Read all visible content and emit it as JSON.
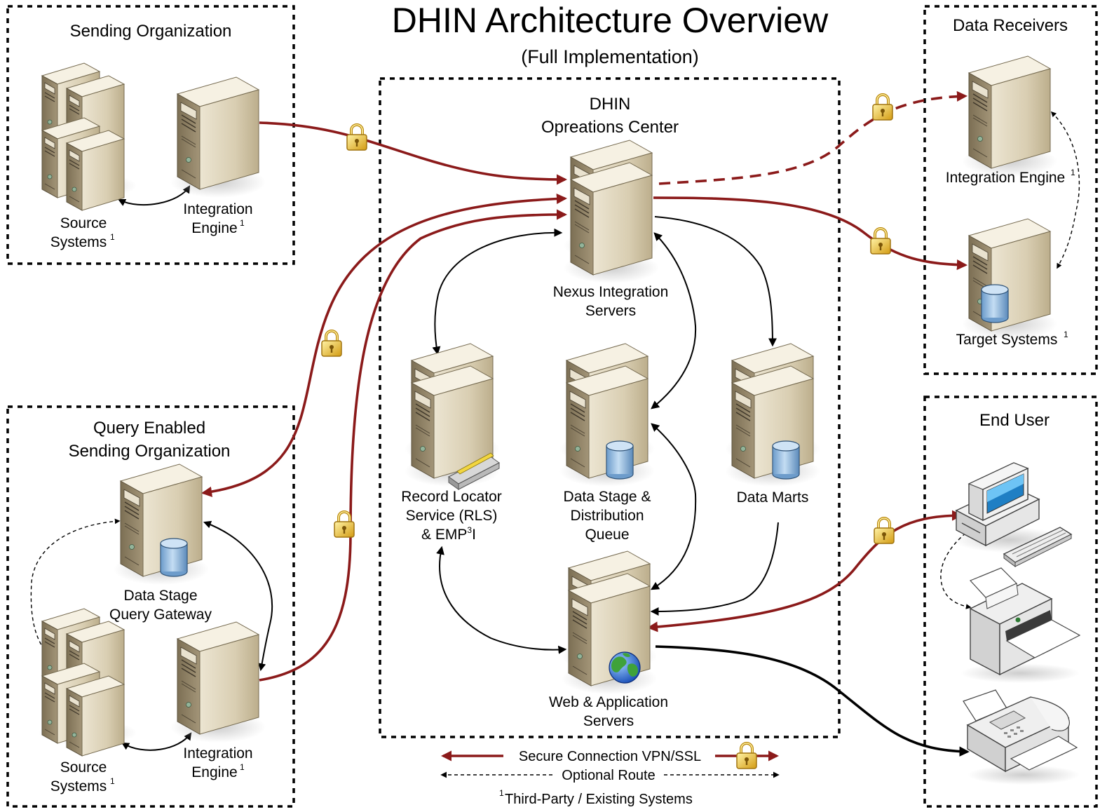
{
  "title": "DHIN Architecture Overview",
  "subtitle": "(Full Implementation)",
  "groups": {
    "sending": {
      "title": "Sending Organization"
    },
    "query": {
      "title_line1": "Query Enabled",
      "title_line2": "Sending Organization"
    },
    "dhin": {
      "title_line1": "DHIN",
      "title_line2": "Opreations Center"
    },
    "receivers": {
      "title": "Data Receivers"
    },
    "end_user": {
      "title": "End User"
    }
  },
  "nodes": {
    "sending_source": {
      "line1": "Source",
      "line2": "Systems",
      "sup": "1"
    },
    "sending_engine": {
      "line1": "Integration",
      "line2": "Engine",
      "sup": "1"
    },
    "query_gateway": {
      "line1": "Data Stage",
      "line2": "Query Gateway"
    },
    "query_source": {
      "line1": "Source",
      "line2": "Systems",
      "sup": "1"
    },
    "query_engine": {
      "line1": "Integration",
      "line2": "Engine",
      "sup": "1"
    },
    "nexus": {
      "line1": "Nexus Integration",
      "line2": "Servers"
    },
    "rls": {
      "line1": "Record Locator",
      "line2": "Service (RLS)",
      "line3_pre": "& EMP",
      "line3_sup": "3",
      "line3_post": "I"
    },
    "stage": {
      "line1": "Data Stage &",
      "line2": "Distribution",
      "line3": "Queue"
    },
    "marts": {
      "line1": "Data Marts"
    },
    "web": {
      "line1": "Web & Application",
      "line2": "Servers"
    },
    "recv_engine": {
      "line1": "Integration Engine",
      "sup": "1"
    },
    "target": {
      "line1": "Target Systems",
      "sup": "1"
    }
  },
  "legend": {
    "secure": "Secure Connection VPN/SSL",
    "optional": "Optional Route",
    "footnote_sup": "1",
    "footnote": "Third-Party / Existing Systems"
  },
  "icons": [
    "server-icon",
    "server-stack-icon",
    "database-icon",
    "lock-icon",
    "globe-icon",
    "modem-icon",
    "desktop-computer-icon",
    "keyboard-icon",
    "printer-icon",
    "fax-machine-icon"
  ],
  "colors": {
    "secure_route": "#8b1a1a",
    "server_body": "#d7cdb4",
    "database": "#9cc3e8",
    "lock": "#e8b820"
  }
}
